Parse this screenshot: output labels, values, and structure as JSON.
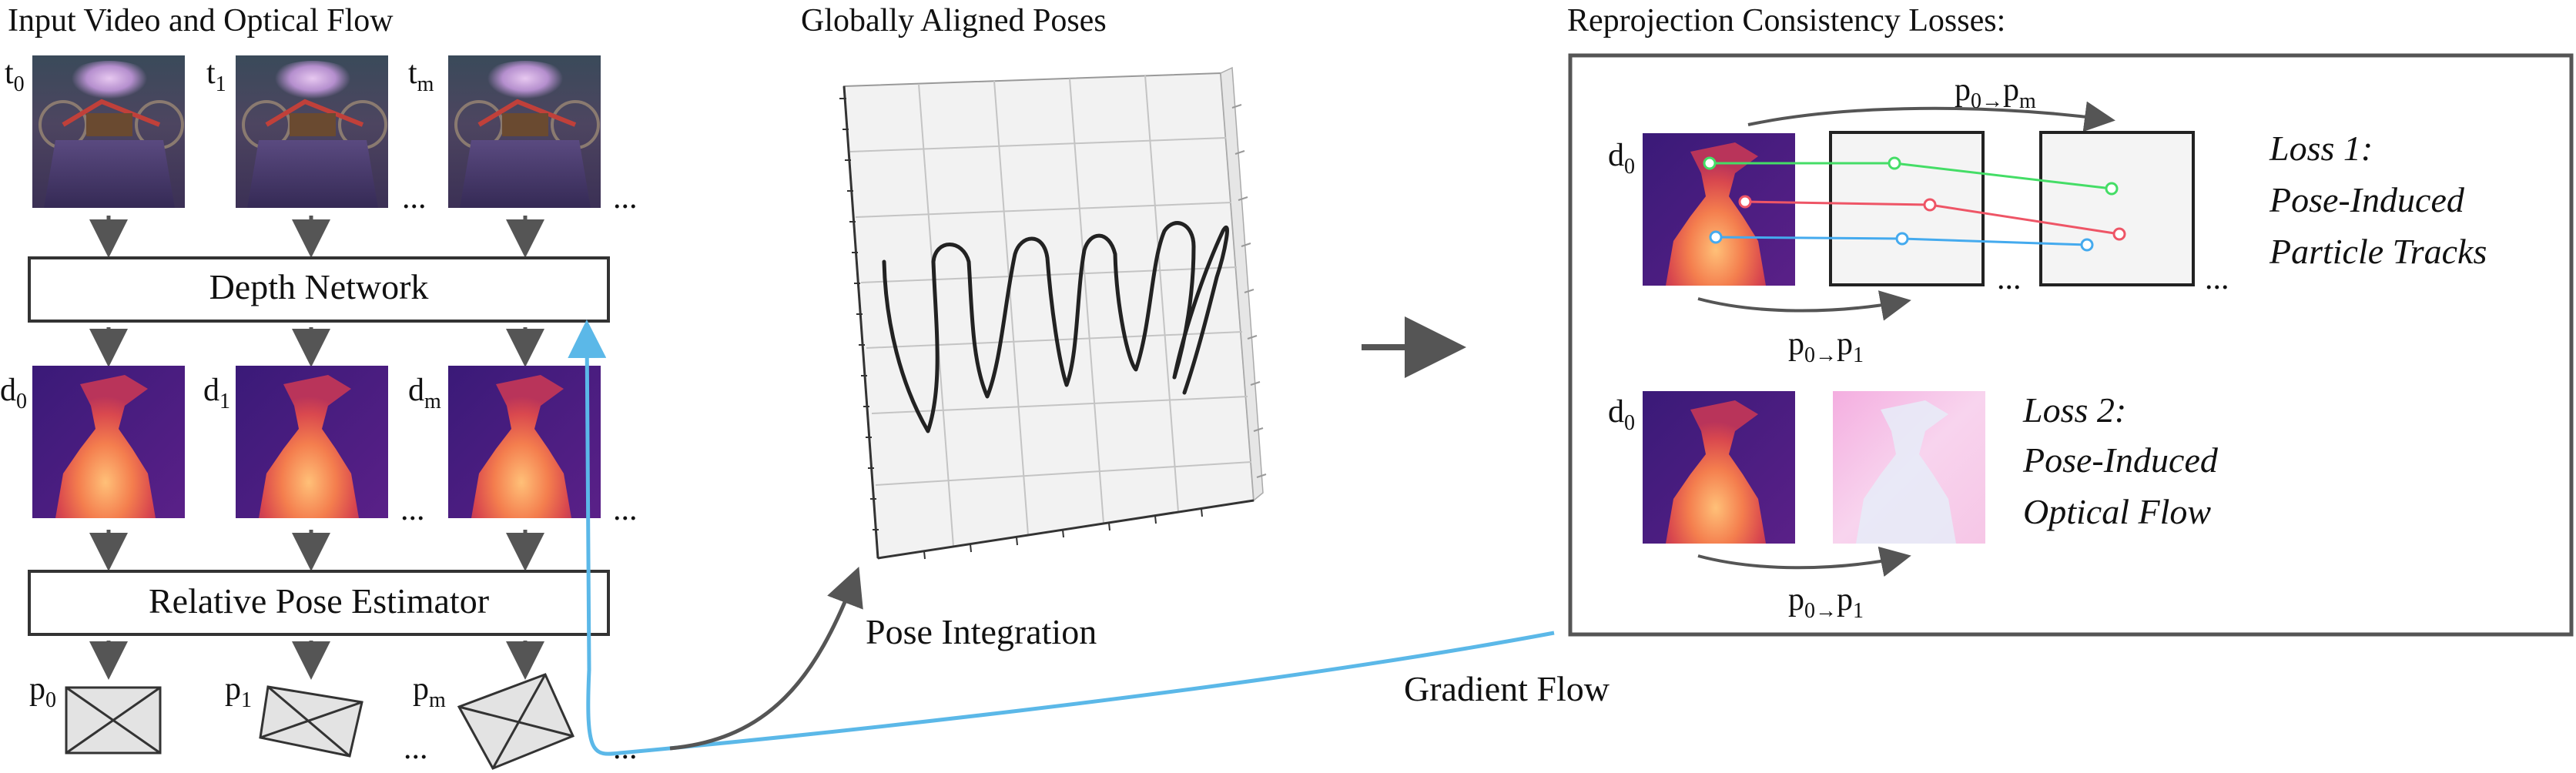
{
  "sections": {
    "input_title": "Input Video and Optical Flow",
    "poses_title": "Globally Aligned Poses",
    "losses_title": "Reprojection Consistency Losses:"
  },
  "frames": [
    {
      "t_base": "t",
      "t_sub": "0",
      "d_base": "d",
      "d_sub": "0",
      "p_base": "p",
      "p_sub": "0"
    },
    {
      "t_base": "t",
      "t_sub": "1",
      "d_base": "d",
      "d_sub": "1",
      "p_base": "p",
      "p_sub": "1"
    },
    {
      "t_base": "t",
      "t_sub": "m",
      "d_base": "d",
      "d_sub": "m",
      "p_base": "p",
      "p_sub": "m"
    }
  ],
  "ellipsis": "...",
  "modules": {
    "depth_network": "Depth Network",
    "relative_pose_estimator": "Relative Pose Estimator"
  },
  "labels": {
    "pose_integration": "Pose Integration",
    "gradient_flow": "Gradient Flow"
  },
  "loss1": {
    "depth_base": "d",
    "depth_sub": "0",
    "top_arrow_base": "p",
    "top_arrow_sub": "0→",
    "top_arrow_base2": "p",
    "top_arrow_sub2": "m",
    "bottom_arrow_base": "p",
    "bottom_arrow_sub": "0→",
    "bottom_arrow_base2": "p",
    "bottom_arrow_sub2": "1",
    "title_lines": [
      "Loss 1:",
      "Pose-Induced",
      "Particle Tracks"
    ]
  },
  "loss2": {
    "depth_base": "d",
    "depth_sub": "0",
    "arrow_base": "p",
    "arrow_sub": "0→",
    "arrow_base2": "p",
    "arrow_sub2": "1",
    "title_lines": [
      "Loss 2:",
      "Pose-Induced",
      "Optical Flow"
    ]
  },
  "colors": {
    "gradient_flow": "#5bb8e8",
    "track_green": "#44dd66",
    "track_red": "#ee5566",
    "track_blue": "#44aaee",
    "arrow_gray": "#555555"
  }
}
